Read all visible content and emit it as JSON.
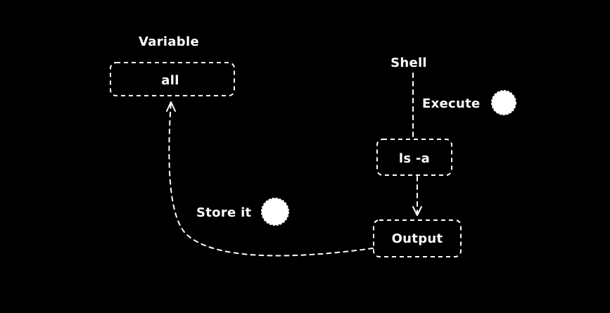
{
  "diagram": {
    "variable_label": "Variable",
    "var_box_text": "all",
    "shell_label": "Shell",
    "execute_label": "Execute",
    "cmd_box_text": "ls -a",
    "output_box_text": "Output",
    "store_label": "Store it"
  },
  "colors": {
    "background": "#000000",
    "foreground": "#ffffff"
  }
}
